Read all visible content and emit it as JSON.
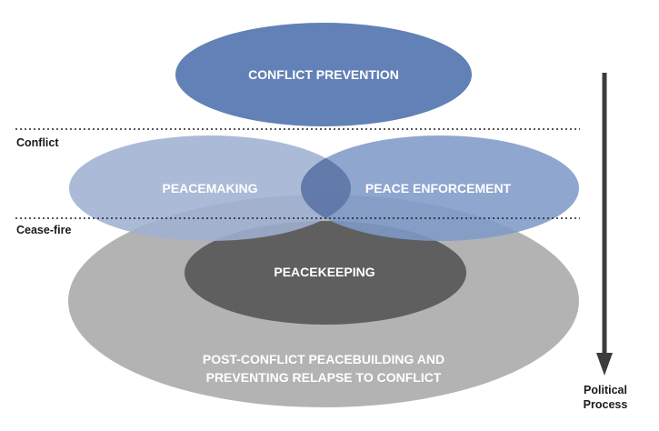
{
  "diagram": {
    "colors": {
      "conflict_prevention": "#6281b6",
      "peacemaking": "#9fb1d1",
      "peace_enforcement": "#7f9ac8",
      "overlap": "#5b74a5",
      "post_conflict": "#b3b3b3",
      "peacekeeping": "#5f5f5f",
      "arrow": "#3c3c3c"
    },
    "labels": {
      "conflict_prevention": "CONFLICT PREVENTION",
      "peacemaking": "PEACEMAKING",
      "peace_enforcement": "PEACE ENFORCEMENT",
      "peacekeeping": "PEACEKEEPING",
      "post_conflict_line1": "POST-CONFLICT PEACEBUILDING AND",
      "post_conflict_line2": "PREVENTING RELAPSE TO CONFLICT"
    },
    "stages": {
      "conflict": "Conflict",
      "cease_fire": "Cease-fire"
    },
    "process": {
      "line1": "Political",
      "line2": "Process"
    }
  }
}
